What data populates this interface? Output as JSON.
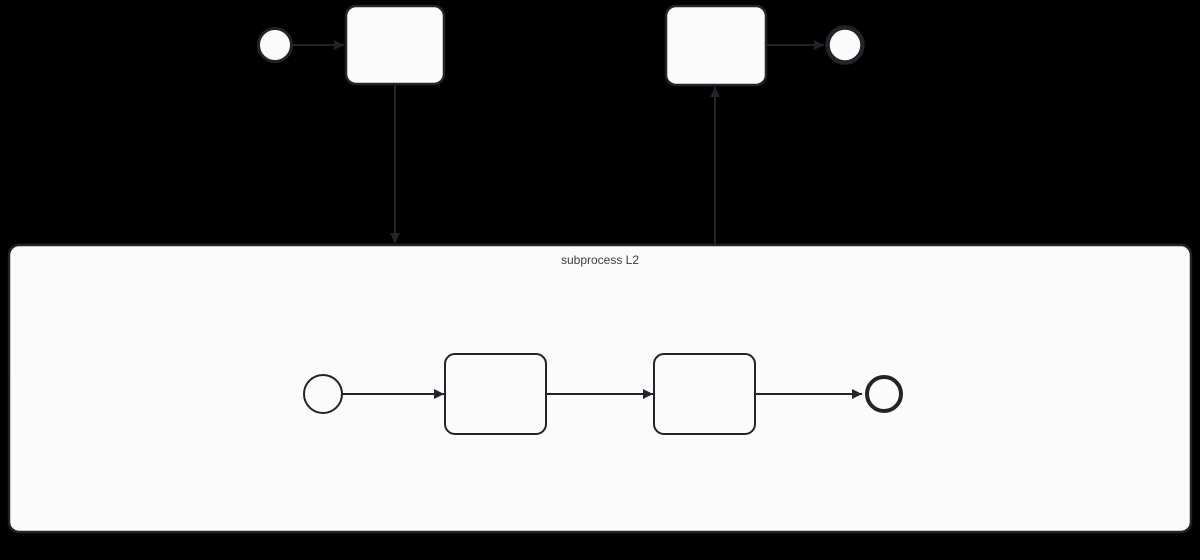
{
  "canvas": {
    "background": "#000000",
    "stroke_color": "#22242a",
    "fill_color": "#fbfbfb",
    "label_color": "#3b3e46"
  },
  "subprocess": {
    "label": "subprocess L2"
  },
  "diagram": {
    "type": "bpmn-process",
    "main_flow": {
      "nodes": [
        {
          "type": "start-event",
          "label": ""
        },
        {
          "type": "task",
          "label": ""
        },
        {
          "type": "expanded-subprocess",
          "label": "subprocess L2"
        },
        {
          "type": "task",
          "label": ""
        },
        {
          "type": "end-event",
          "label": ""
        }
      ],
      "connections": [
        {
          "from": "start-event",
          "to": "task-1"
        },
        {
          "from": "task-1",
          "to": "subprocess-l2"
        },
        {
          "from": "subprocess-l2",
          "to": "task-2"
        },
        {
          "from": "task-2",
          "to": "end-event"
        }
      ]
    },
    "subprocess_flow": {
      "nodes": [
        {
          "type": "start-event",
          "label": ""
        },
        {
          "type": "task",
          "label": ""
        },
        {
          "type": "task",
          "label": ""
        },
        {
          "type": "end-event",
          "label": ""
        }
      ],
      "connections": [
        {
          "from": "sub-start-event",
          "to": "sub-task-1"
        },
        {
          "from": "sub-task-1",
          "to": "sub-task-2"
        },
        {
          "from": "sub-task-2",
          "to": "sub-end-event"
        }
      ]
    }
  }
}
